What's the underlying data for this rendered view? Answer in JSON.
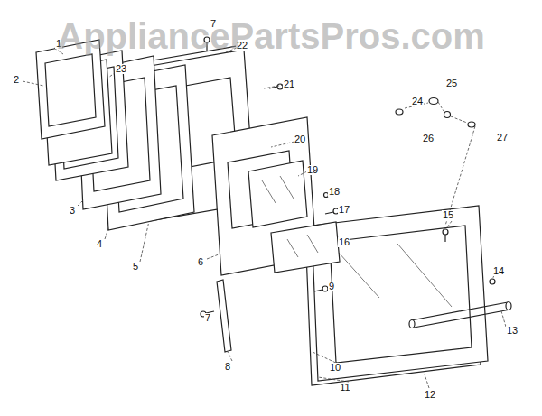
{
  "diagram": {
    "labels": [
      "AppliancePartsPros.com",
      "1",
      "2",
      "23",
      "7",
      "22",
      "21",
      "20",
      "3",
      "4",
      "5",
      "19",
      "18",
      "17",
      "6",
      "7",
      "16",
      "9",
      "8",
      "24",
      "25",
      "26",
      "27",
      "15",
      "14",
      "13",
      "10",
      "11",
      "12"
    ]
  }
}
